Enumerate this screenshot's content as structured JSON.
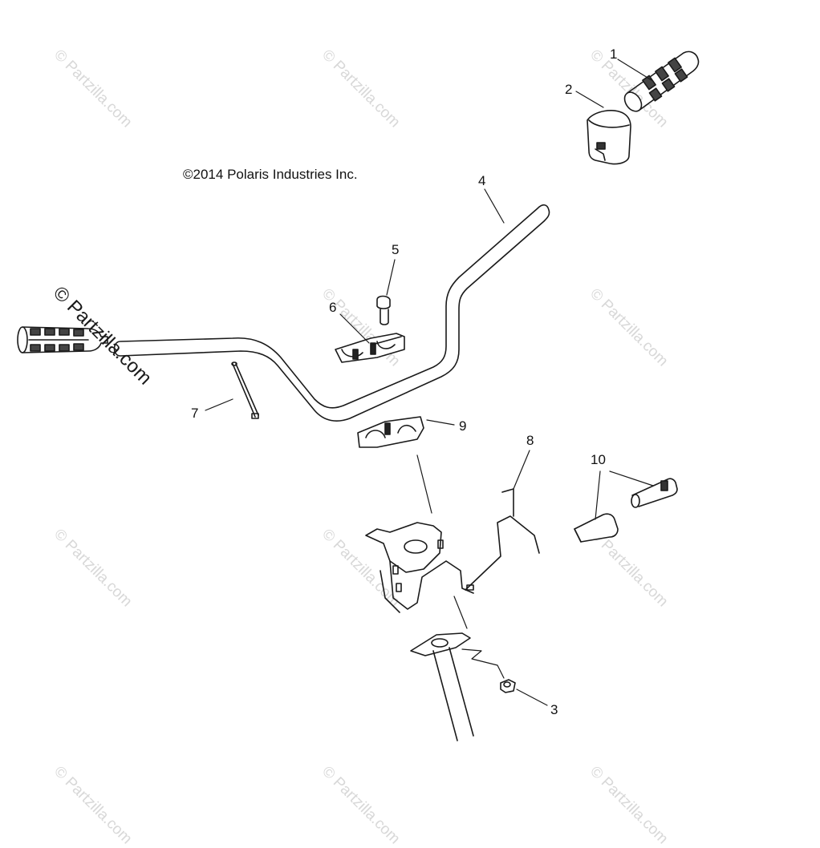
{
  "copyright": "©2014 Polaris Industries Inc.",
  "watermark_text": "© Partzilla.com",
  "callouts": [
    "1",
    "2",
    "3",
    "4",
    "5",
    "6",
    "7",
    "8",
    "9",
    "10"
  ],
  "parts": [
    {
      "ref": "1",
      "name": "hand-grip-right"
    },
    {
      "ref": "2",
      "name": "throttle-housing"
    },
    {
      "ref": "3",
      "name": "nut"
    },
    {
      "ref": "4",
      "name": "handlebar"
    },
    {
      "ref": "5",
      "name": "bolt"
    },
    {
      "ref": "6",
      "name": "clamp-upper"
    },
    {
      "ref": "7",
      "name": "rod"
    },
    {
      "ref": "8",
      "name": "bracket"
    },
    {
      "ref": "9",
      "name": "clamp-lower"
    },
    {
      "ref": "10",
      "name": "ends"
    }
  ]
}
